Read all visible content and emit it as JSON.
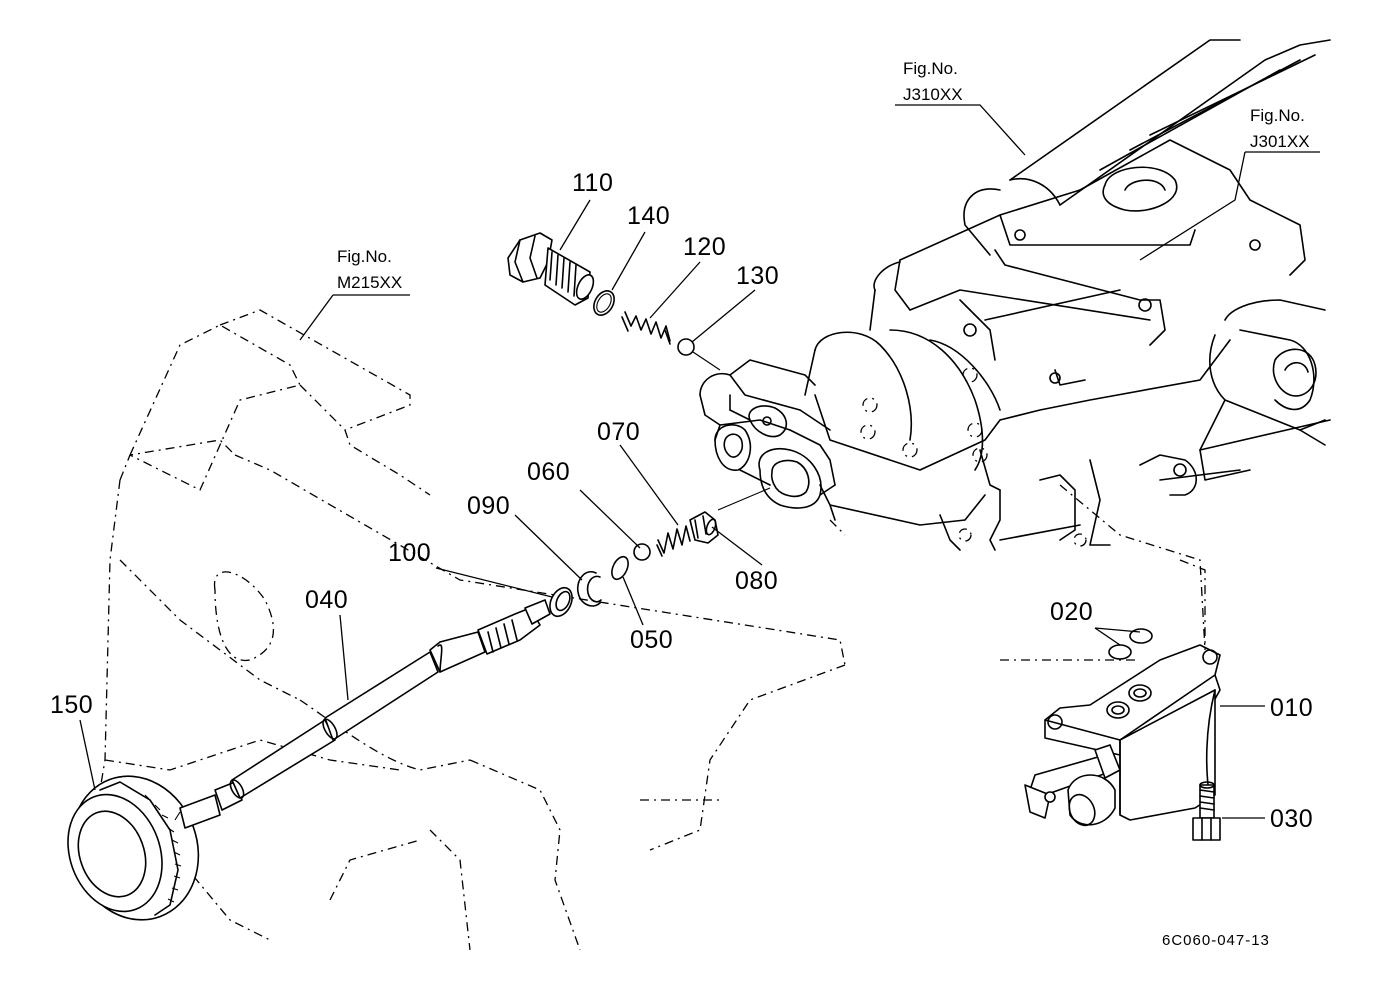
{
  "diagram": {
    "figure_refs": [
      {
        "id": "m215",
        "line1": "Fig.No.",
        "line2": "M215XX"
      },
      {
        "id": "j310",
        "line1": "Fig.No.",
        "line2": "J310XX"
      },
      {
        "id": "j301",
        "line1": "Fig.No.",
        "line2": "J301XX"
      }
    ],
    "parts": [
      {
        "id": "010",
        "label": "010"
      },
      {
        "id": "020",
        "label": "020"
      },
      {
        "id": "030",
        "label": "030"
      },
      {
        "id": "040",
        "label": "040"
      },
      {
        "id": "050",
        "label": "050"
      },
      {
        "id": "060",
        "label": "060"
      },
      {
        "id": "070",
        "label": "070"
      },
      {
        "id": "080",
        "label": "080"
      },
      {
        "id": "090",
        "label": "090"
      },
      {
        "id": "100",
        "label": "100"
      },
      {
        "id": "110",
        "label": "110"
      },
      {
        "id": "120",
        "label": "120"
      },
      {
        "id": "130",
        "label": "130"
      },
      {
        "id": "140",
        "label": "140"
      },
      {
        "id": "150",
        "label": "150"
      }
    ],
    "drawing_code": "6C060-047-13"
  }
}
